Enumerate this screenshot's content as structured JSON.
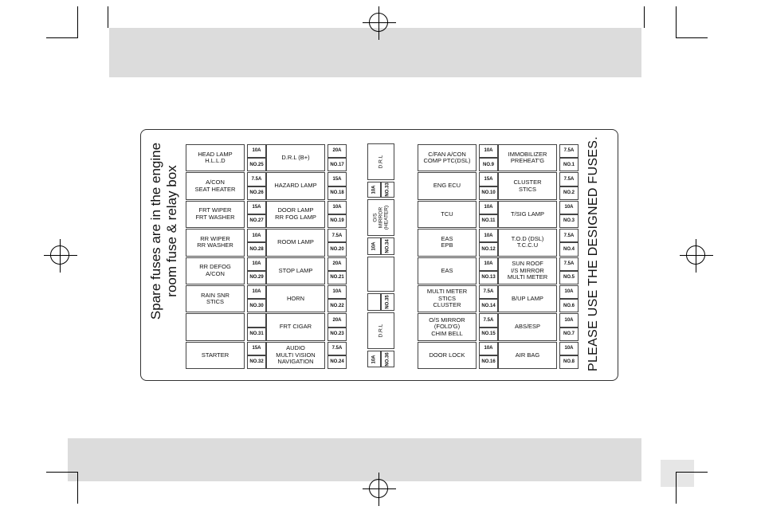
{
  "spare_note": "Spare fuses are in the engine room fuse & relay box",
  "warning": "PLEASE USE THE DESIGNED FUSES.",
  "col1": [
    {
      "label": "HEAD LAMP\nH.L.L.D",
      "amp": "10A",
      "no": "NO.25"
    },
    {
      "label": "A/CON\nSEAT HEATER",
      "amp": "7.5A",
      "no": "NO.26"
    },
    {
      "label": "FRT WIPER\nFRT WASHER",
      "amp": "15A",
      "no": "NO.27"
    },
    {
      "label": "RR WIPER\nRR WASHER",
      "amp": "10A",
      "no": "NO.28"
    },
    {
      "label": "RR DEFOG\nA/CON",
      "amp": "10A",
      "no": "NO.29"
    },
    {
      "label": "RAIN SNR\nSTICS",
      "amp": "10A",
      "no": "NO.30"
    },
    {
      "label": "",
      "amp": "",
      "no": "NO.31"
    },
    {
      "label": "STARTER",
      "amp": "15A",
      "no": "NO.32"
    }
  ],
  "col2": [
    {
      "label": "D.R.L (B+)",
      "amp": "20A",
      "no": "NO.17",
      "span": 2
    },
    {
      "label": "HAZARD LAMP",
      "amp": "15A",
      "no": "NO.18"
    },
    {
      "label": "DOOR LAMP\nRR FOG LAMP",
      "amp": "10A",
      "no": "NO.19"
    },
    {
      "label": "ROOM LAMP",
      "amp": "7.5A",
      "no": "NO.20"
    },
    {
      "label": "STOP LAMP",
      "amp": "20A",
      "no": "NO.21"
    },
    {
      "label": "HORN",
      "amp": "10A",
      "no": "NO.22"
    },
    {
      "label": "FRT CIGAR",
      "amp": "20A",
      "no": "NO.23"
    },
    {
      "label": "AUDIO\nMULTI VISION\nNAVIGATION",
      "amp": "7.5A",
      "no": "NO.24"
    }
  ],
  "col3": [
    {
      "label": "C/FAN A/CON\nCOMP PTC(DSL)",
      "amp": "10A",
      "no": "NO.9"
    },
    {
      "label": "ENG ECU",
      "amp": "15A",
      "no": "NO.10"
    },
    {
      "label": "TCU",
      "amp": "10A",
      "no": "NO.11"
    },
    {
      "label": "EAS\nEPB",
      "amp": "10A",
      "no": "NO.12"
    },
    {
      "label": "EAS",
      "amp": "10A",
      "no": "NO.13"
    },
    {
      "label": "MULTI METER\nSTICS\nCLUSTER",
      "amp": "7.5A",
      "no": "NO.14"
    },
    {
      "label": "O/S MIRROR\n(FOLD'G)\nCHIM BELL",
      "amp": "7.5A",
      "no": "NO.15"
    },
    {
      "label": "DOOR LOCK",
      "amp": "10A",
      "no": "NO.16"
    }
  ],
  "col4": [
    {
      "label": "IMMOBILIZER\nPREHEAT'G",
      "amp": "7.5A",
      "no": "NO.1"
    },
    {
      "label": "CLUSTER\nSTICS",
      "amp": "7.5A",
      "no": "NO.2"
    },
    {
      "label": "T/SIG LAMP",
      "amp": "10A",
      "no": "NO.3"
    },
    {
      "label": "T.O.D (DSL)\nT.C.C.U",
      "amp": "7.5A",
      "no": "NO.4"
    },
    {
      "label": "SUN ROOF\nI/S MIRROR\nMULTI METER",
      "amp": "7.5A",
      "no": "NO.5"
    },
    {
      "label": "B/UP LAMP",
      "amp": "10A",
      "no": "NO.6"
    },
    {
      "label": "ABS/ESP",
      "amp": "10A",
      "no": "NO.7"
    },
    {
      "label": "AIR BAG",
      "amp": "10A",
      "no": "NO.8"
    }
  ],
  "middle": {
    "drl_top": "D.R.L",
    "f33_amp": "10A",
    "f33_no": "NO.33",
    "os_mirror": "O/S MIRROR\n(HEATER)",
    "f34_amp": "10A",
    "f34_no": "NO.34",
    "f35_no": "NO.35",
    "drl_bottom": "D.R.L",
    "f36_amp": "10A",
    "f36_no": "NO.36"
  }
}
